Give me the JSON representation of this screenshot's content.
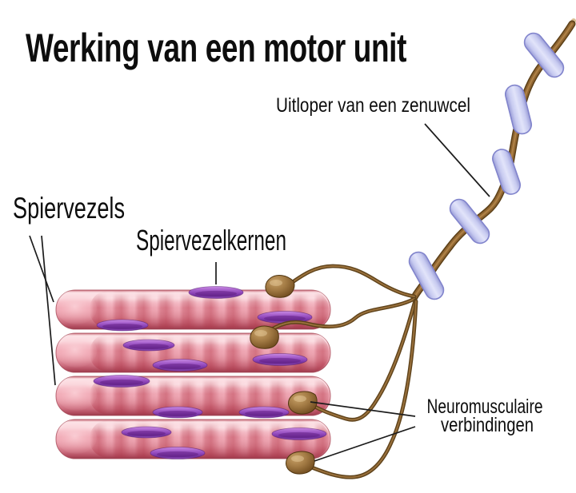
{
  "title": "Werking van een motor unit",
  "labels": {
    "axon": {
      "text": "Uitloper van een zenuwcel"
    },
    "muscle_fibers": {
      "text": "Spiervezels"
    },
    "nuclei": {
      "text": "Spiervezelkernen"
    },
    "junctions": {
      "lines": [
        "Neuromusculaire",
        "verbindingen"
      ]
    }
  },
  "diagram": {
    "muscle_fiber_count": 4,
    "myelin_segment_count": 5,
    "neuromuscular_junction_count": 4,
    "nucleus_count": 12
  },
  "colors": {
    "background": "#ffffff",
    "muscle_pink": "#eda5b2",
    "muscle_band_red": "#c25a6c",
    "nucleus_purple": "#8d44b8",
    "myelin_lavender": "#c7caf0",
    "myelin_border": "#8184cc",
    "axon_brown": "#8f6531",
    "axon_dark": "#5b3f17",
    "junction_brown": "#9a7440",
    "text_black": "#0d0d0d"
  }
}
